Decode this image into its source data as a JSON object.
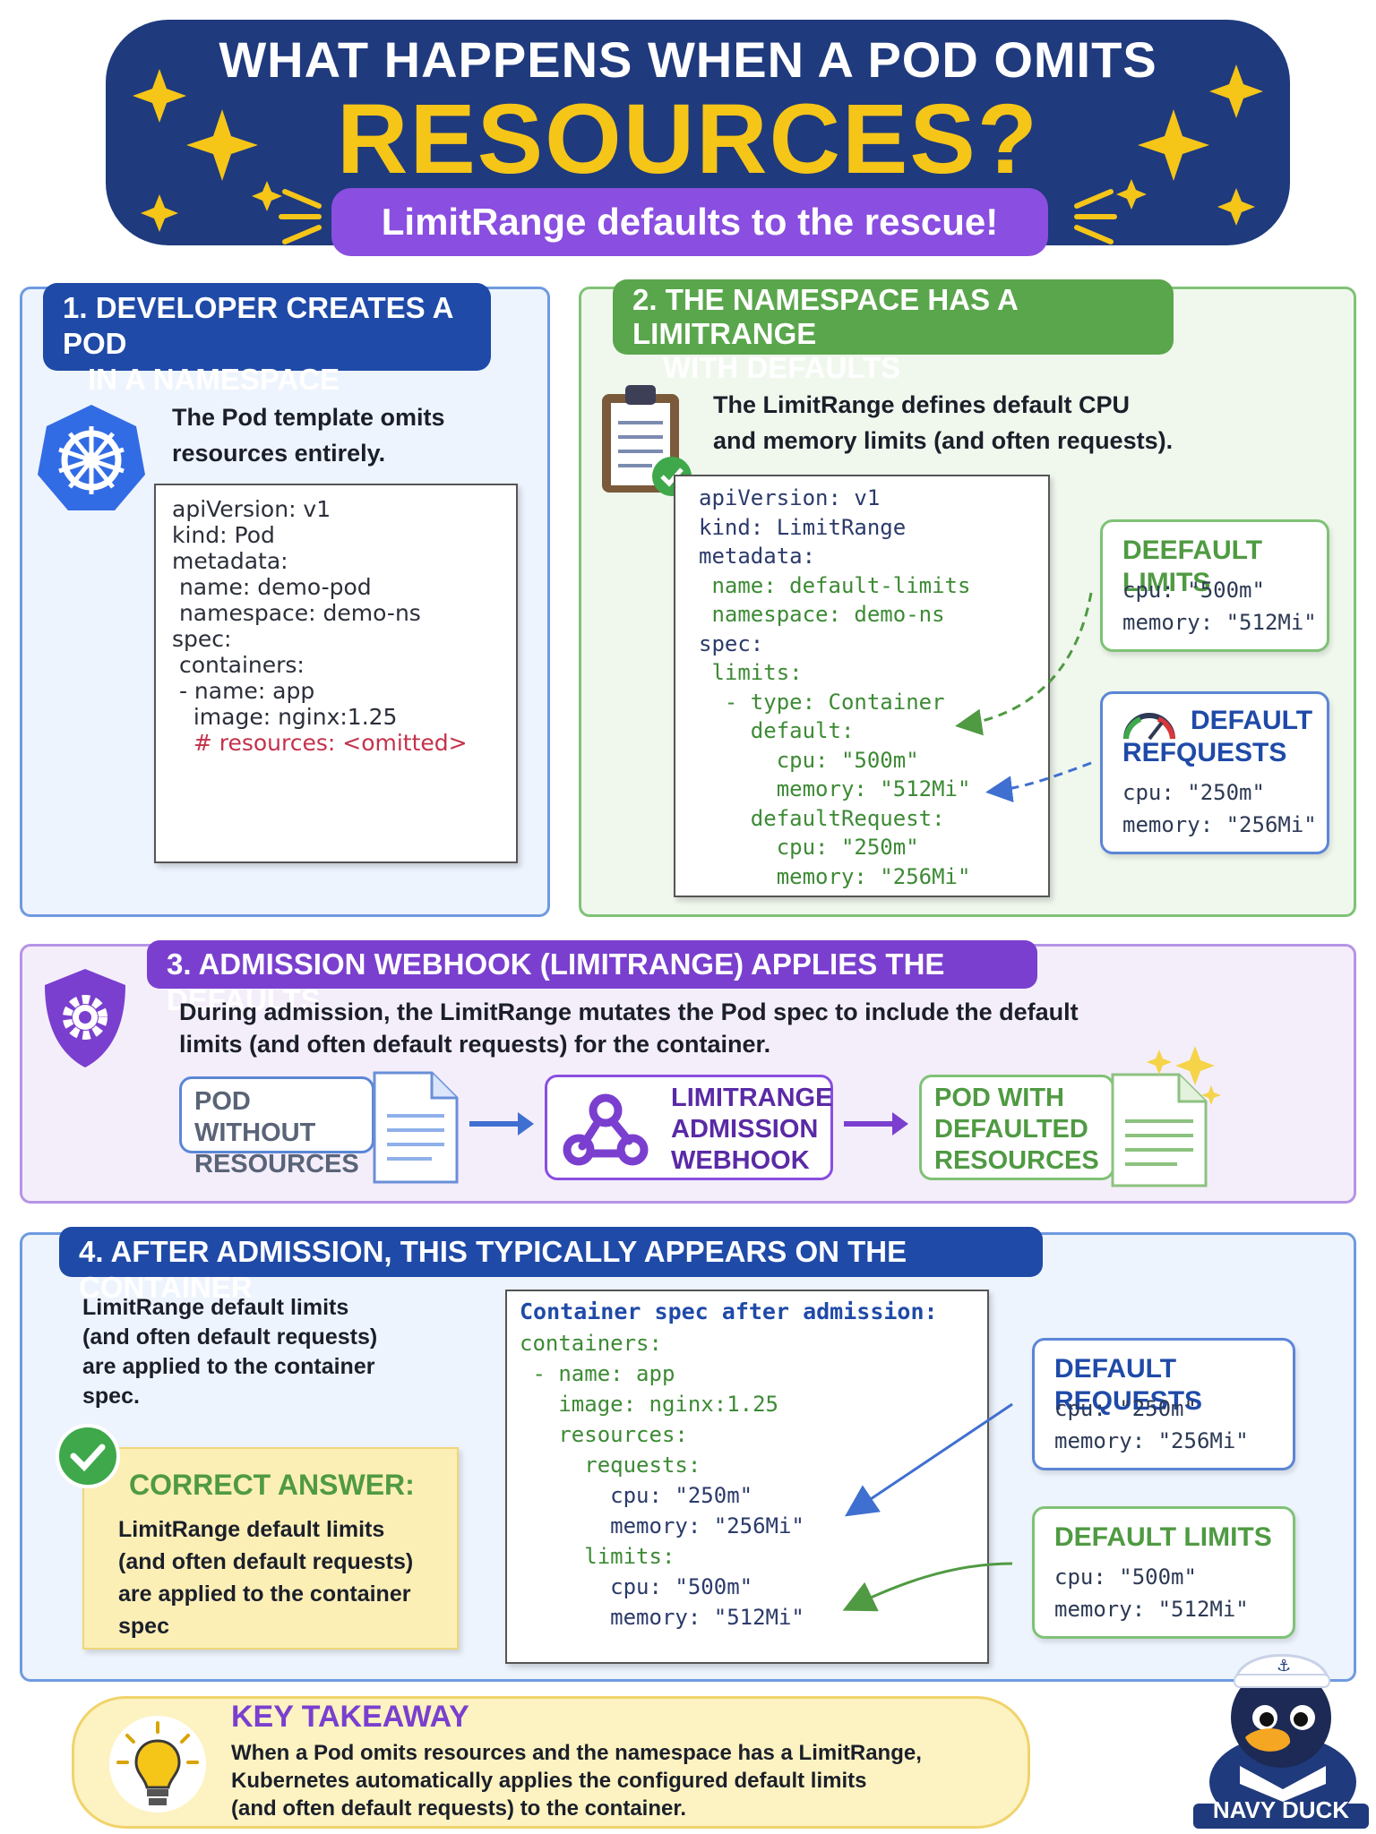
{
  "header": {
    "title_line1": "WHAT HAPPENS WHEN A POD OMITS",
    "title_line2": "RESOURCES?",
    "subtitle": "LimitRange defaults to the rescue!"
  },
  "section1": {
    "title_line1": "1. DEVELOPER CREATES A POD",
    "title_line2": "IN A NAMESPACE",
    "text_line1": "The Pod template omits",
    "text_line2": "resources entirely.",
    "code": [
      "apiVersion: v1",
      "kind: Pod",
      "metadata:",
      " name: demo-pod",
      " namespace: demo-ns",
      "spec:",
      " containers:",
      " - name: app",
      "   image: nginx:1.25",
      "   # resources: <omitted>"
    ]
  },
  "section2": {
    "title_line1": "2. THE NAMESPACE HAS A LIMITRANGE",
    "title_line2": "WITH DEFAULTS",
    "text_line1": "The LimitRange defines default CPU",
    "text_line2": "and memory limits (and often requests).",
    "code": [
      "apiVersion: v1",
      "kind: LimitRange",
      "metadata:",
      " name: default-limits",
      " namespace: demo-ns",
      "spec:",
      " limits:",
      "  - type: Container",
      "    default:",
      "      cpu: \"500m\"",
      "      memory: \"512Mi\"",
      "    defaultRequest:",
      "      cpu: \"250m\"",
      "      memory: \"256Mi\""
    ],
    "default_limits": {
      "title": "DEEFAULT LIMITS",
      "cpu": "cpu: \"500m\"",
      "memory": "memory: \"512Mi\""
    },
    "default_requests": {
      "title_line1": "DEFAULT",
      "title_line2": "REFQUESTS",
      "cpu": "cpu: \"250m\"",
      "memory": "memory: \"256Mi\""
    }
  },
  "section3": {
    "title": "3. ADMISSION WEBHOOK (LIMITRANGE) APPLIES THE DEFAULTS",
    "text_line1": "During admission, the LimitRange mutates the Pod spec to include the default",
    "text_line2": "limits (and often default requests) for the container.",
    "flow": {
      "left_line1": "POD WITHOUT",
      "left_line2": "RESOURCES",
      "mid_line1": "LIMITRANGE",
      "mid_line2": "ADMISSION",
      "mid_line3": "WEBHOOK",
      "right_line1": "POD WITH",
      "right_line2": "DEFAULTED",
      "right_line3": "RESOURCES"
    }
  },
  "section4": {
    "title": "4. AFTER ADMISSION, THIS TYPICALLY APPEARS ON THE CONTAINER",
    "text": [
      "LimitRange default limits",
      "(and often default requests)",
      "are applied to the container",
      "spec."
    ],
    "correct_title": "CORRECT ANSWER:",
    "correct_text": [
      "LimitRange default limits",
      "(and often default requests)",
      "are applied to the container",
      "spec"
    ],
    "code_title": "Container spec after admission:",
    "code": [
      "containers:",
      " - name: app",
      "   image: nginx:1.25",
      "   resources:",
      "     requests:",
      "       cpu: \"250m\"",
      "       memory: \"256Mi\"",
      "     limits:",
      "       cpu: \"500m\"",
      "       memory: \"512Mi\""
    ],
    "default_requests": {
      "title": "DEFAULT REQUESTS",
      "cpu": "cpu: \"250m\"",
      "memory": "memory: \"256Mi\""
    },
    "default_limits": {
      "title": "DEFAULT LIMITS",
      "cpu": "cpu: \"500m\"",
      "memory": "memory: \"512Mi\""
    }
  },
  "takeaway": {
    "title": "KEY TAKEAWAY",
    "lines": [
      "When a Pod omits resources and the namespace has a LimitRange,",
      "Kubernetes automatically applies the configured default limits",
      "(and often default requests) to the container."
    ]
  },
  "mascot": {
    "label": "NAVY DUCK"
  },
  "colors": {
    "navy": "#1f3a7d",
    "gold": "#f5c518",
    "purple": "#8a4ee0",
    "blue": "#1f4aa8",
    "green": "#5aa64c",
    "red": "#c4314b"
  },
  "icons": [
    "kubernetes-wheel-icon",
    "clipboard-icon",
    "check-icon",
    "gauge-icon",
    "shield-gear-icon",
    "document-icon",
    "webhook-icon",
    "sparkle-icon",
    "lightbulb-icon",
    "duck-icon"
  ]
}
